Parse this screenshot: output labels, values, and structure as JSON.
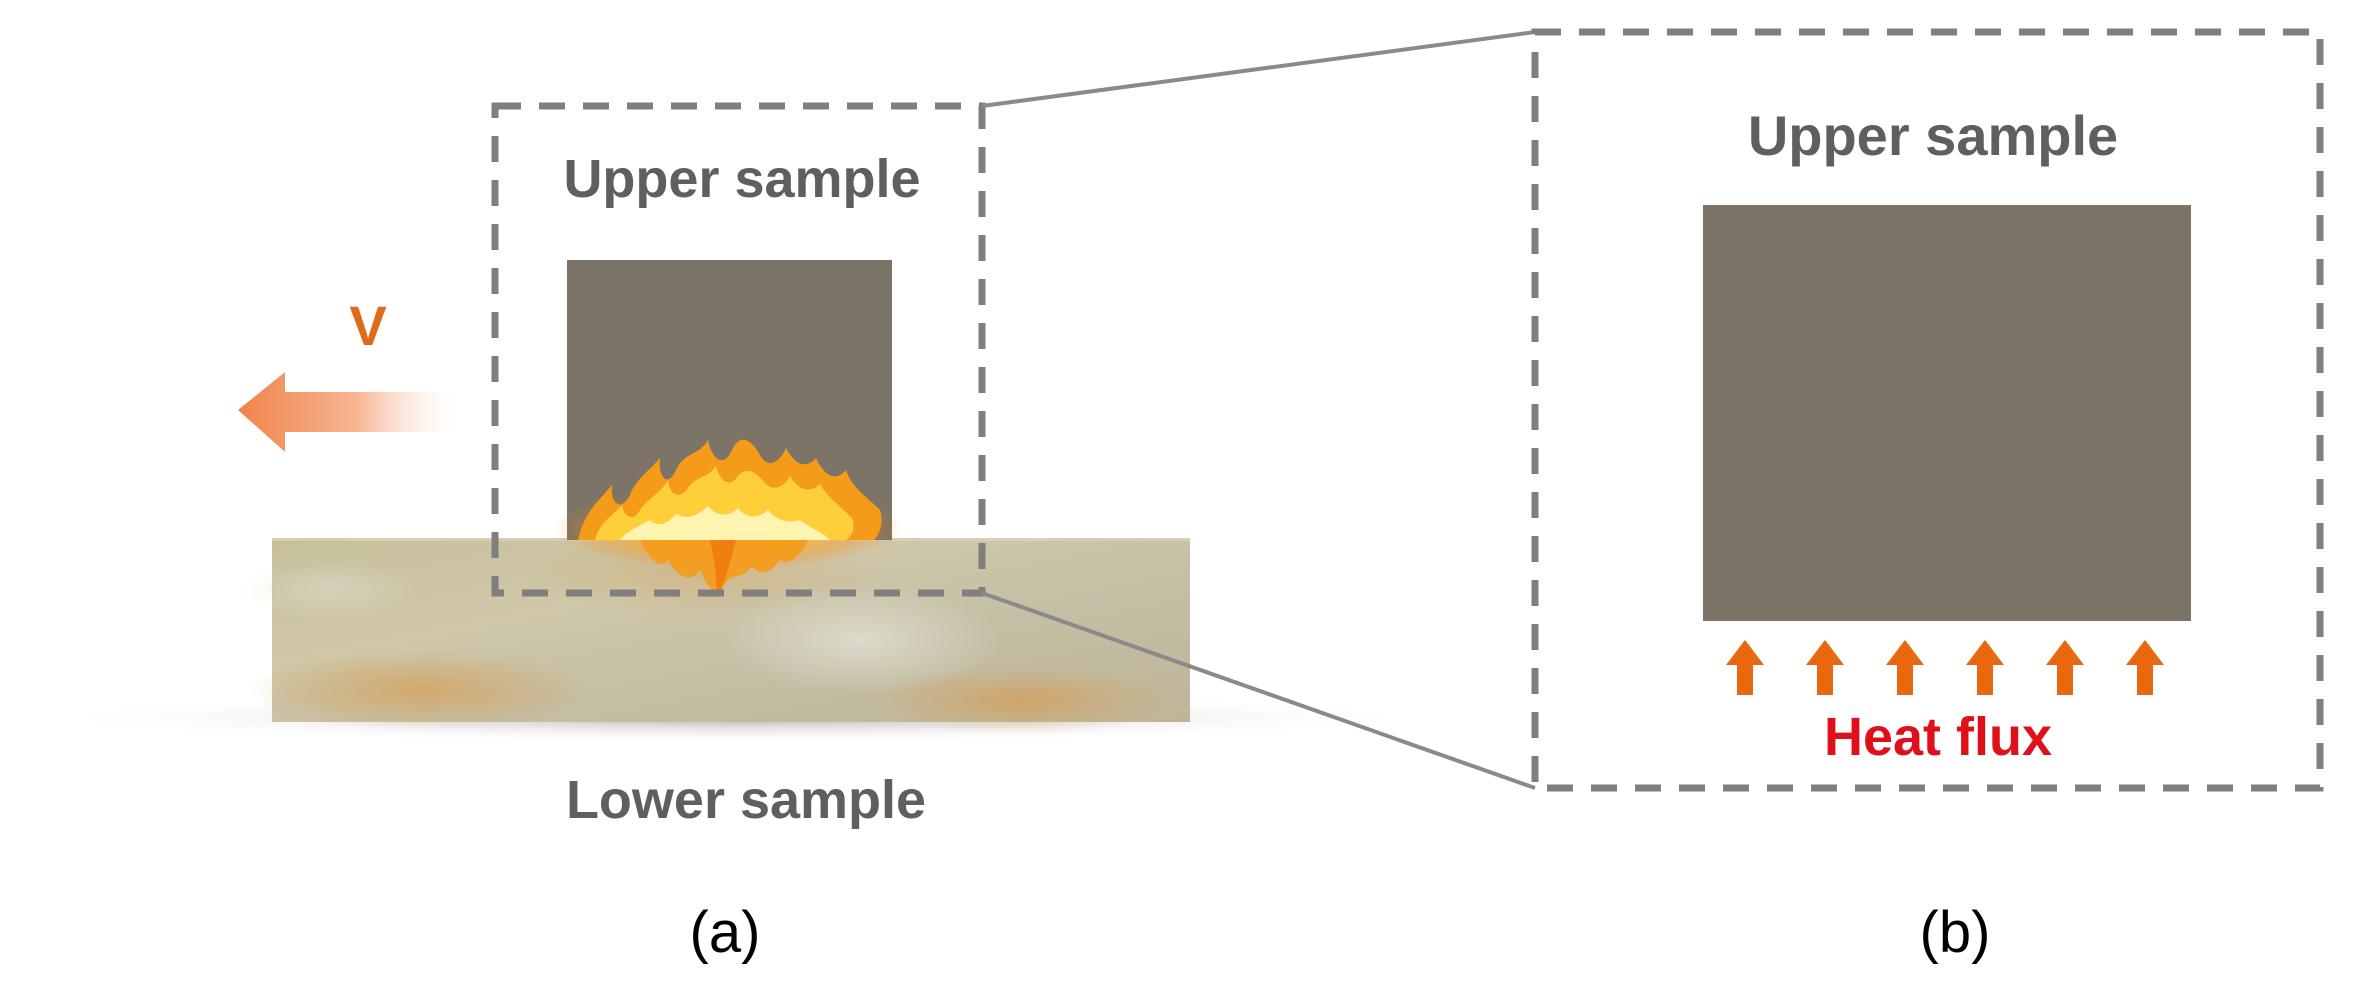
{
  "panel_a": {
    "upper_label": "Upper sample",
    "lower_label": "Lower sample",
    "velocity_label": "V",
    "caption": "(a)"
  },
  "panel_b": {
    "upper_label": "Upper sample",
    "heat_flux_label": "Heat flux",
    "caption": "(b)",
    "heat_flux_arrow_count": 6
  },
  "colors": {
    "sample_gray": "#7b7467",
    "dashed_frame": "#7f7f7f",
    "label_gray": "#5f5f5f",
    "velocity_orange": "#e06a1c",
    "heat_arrow_orange": "#e8670f",
    "heat_text_red": "#e0101a",
    "lower_sample_base": "#c4bd9f"
  },
  "icons": {
    "flame": "flame-icon",
    "velocity_arrow": "left-arrow-icon",
    "heat_arrow": "up-arrow-icon"
  }
}
